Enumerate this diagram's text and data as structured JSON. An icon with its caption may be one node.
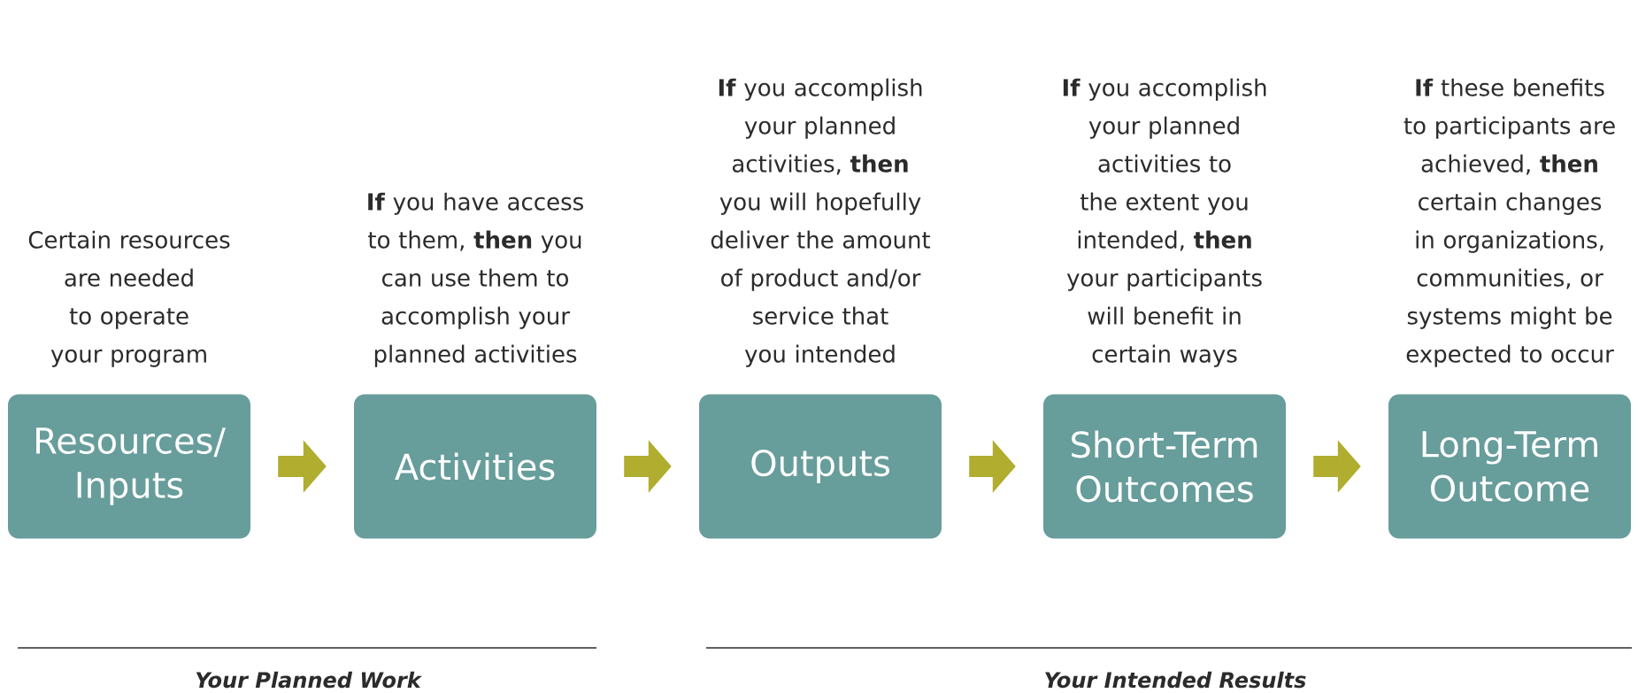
{
  "diagram": {
    "nodes": [
      {
        "text": [
          "Resources/ Inputs"
        ],
        "beside": [
          "Certain resources are needed to operate your program"
        ]
      },
      {
        "text": [
          "Activities"
        ],
        "beside": [
          "**If** you have access to them, **then** you can use them to accomplish your planned activities"
        ]
      },
      {
        "text": [
          "Outputs"
        ],
        "beside": [
          "**If** you accomplish your planned activities, **then** you will hopefully deliver the amount of product and/or service that you intended"
        ]
      },
      {
        "text": [
          "Short-Term Outcomes"
        ],
        "beside": [
          "**If** you accomplish your planned activities to the extent you intended, **then** your participants will benefit in certain ways"
        ]
      },
      {
        "text": [
          "Long-Term Outcome"
        ],
        "beside": [
          "**If** these benefits to participants are achieved, **then** certain changes in organizations, communities, or systems might be expected to occur"
        ]
      }
    ],
    "edges": [
      {
        "from": 0,
        "to": 1,
        "arrow": "to"
      },
      {
        "from": 1,
        "to": 2,
        "arrow": "to"
      },
      {
        "from": 2,
        "to": 3,
        "arrow": "to"
      },
      {
        "from": 3,
        "to": 4,
        "arrow": "to"
      }
    ],
    "labels": [
      "Your Planned Work",
      "Your Intended Results"
    ]
  }
}
